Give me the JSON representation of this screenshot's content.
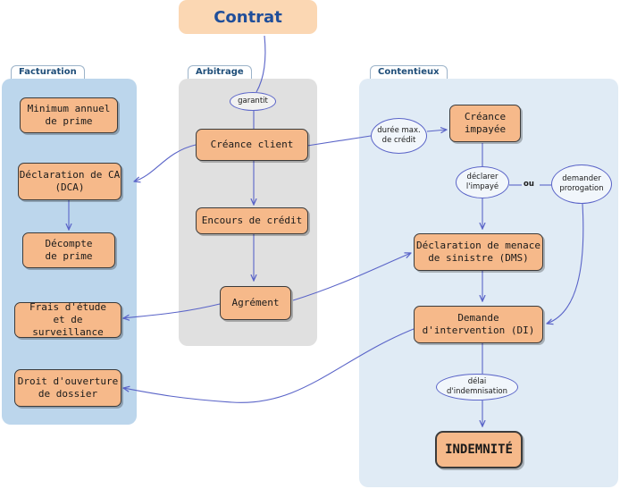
{
  "title": "Contrat",
  "panels": {
    "facturation": "Facturation",
    "arbitrage": "Arbitrage",
    "contentieux": "Contentieux"
  },
  "facturation": {
    "minimum_annuel": "Minimum annuel\nde prime",
    "declaration_ca": "Déclaration de CA\n(DCA)",
    "decompte": "Décompte\nde prime",
    "frais": "Frais d'étude\net de surveillance",
    "droit": "Droit d'ouverture\nde dossier"
  },
  "arbitrage": {
    "garantit": "garantit",
    "creance_client": "Créance client",
    "encours": "Encours de crédit",
    "agrement": "Agrément"
  },
  "contentieux": {
    "duree": "durée max.\nde crédit",
    "creance_impayee": "Créance\nimpayée",
    "declarer": "déclarer\nl'impayé",
    "ou": "ou",
    "demander": "demander\nprorogation",
    "dms": "Déclaration de menace\nde sinistre (DMS)",
    "di": "Demande\nd'intervention (DI)",
    "delai": "délai\nd'indemnisation",
    "indemnite": "INDEMNITÉ"
  },
  "colors": {
    "node": "#f6b98a",
    "title_bg": "#fbd7b3",
    "facturation_bg": "#bcd6ec",
    "arbitrage_bg": "#e0e0e0",
    "contentieux_bg": "#e0ebf5",
    "connector": "#5a64c8"
  }
}
